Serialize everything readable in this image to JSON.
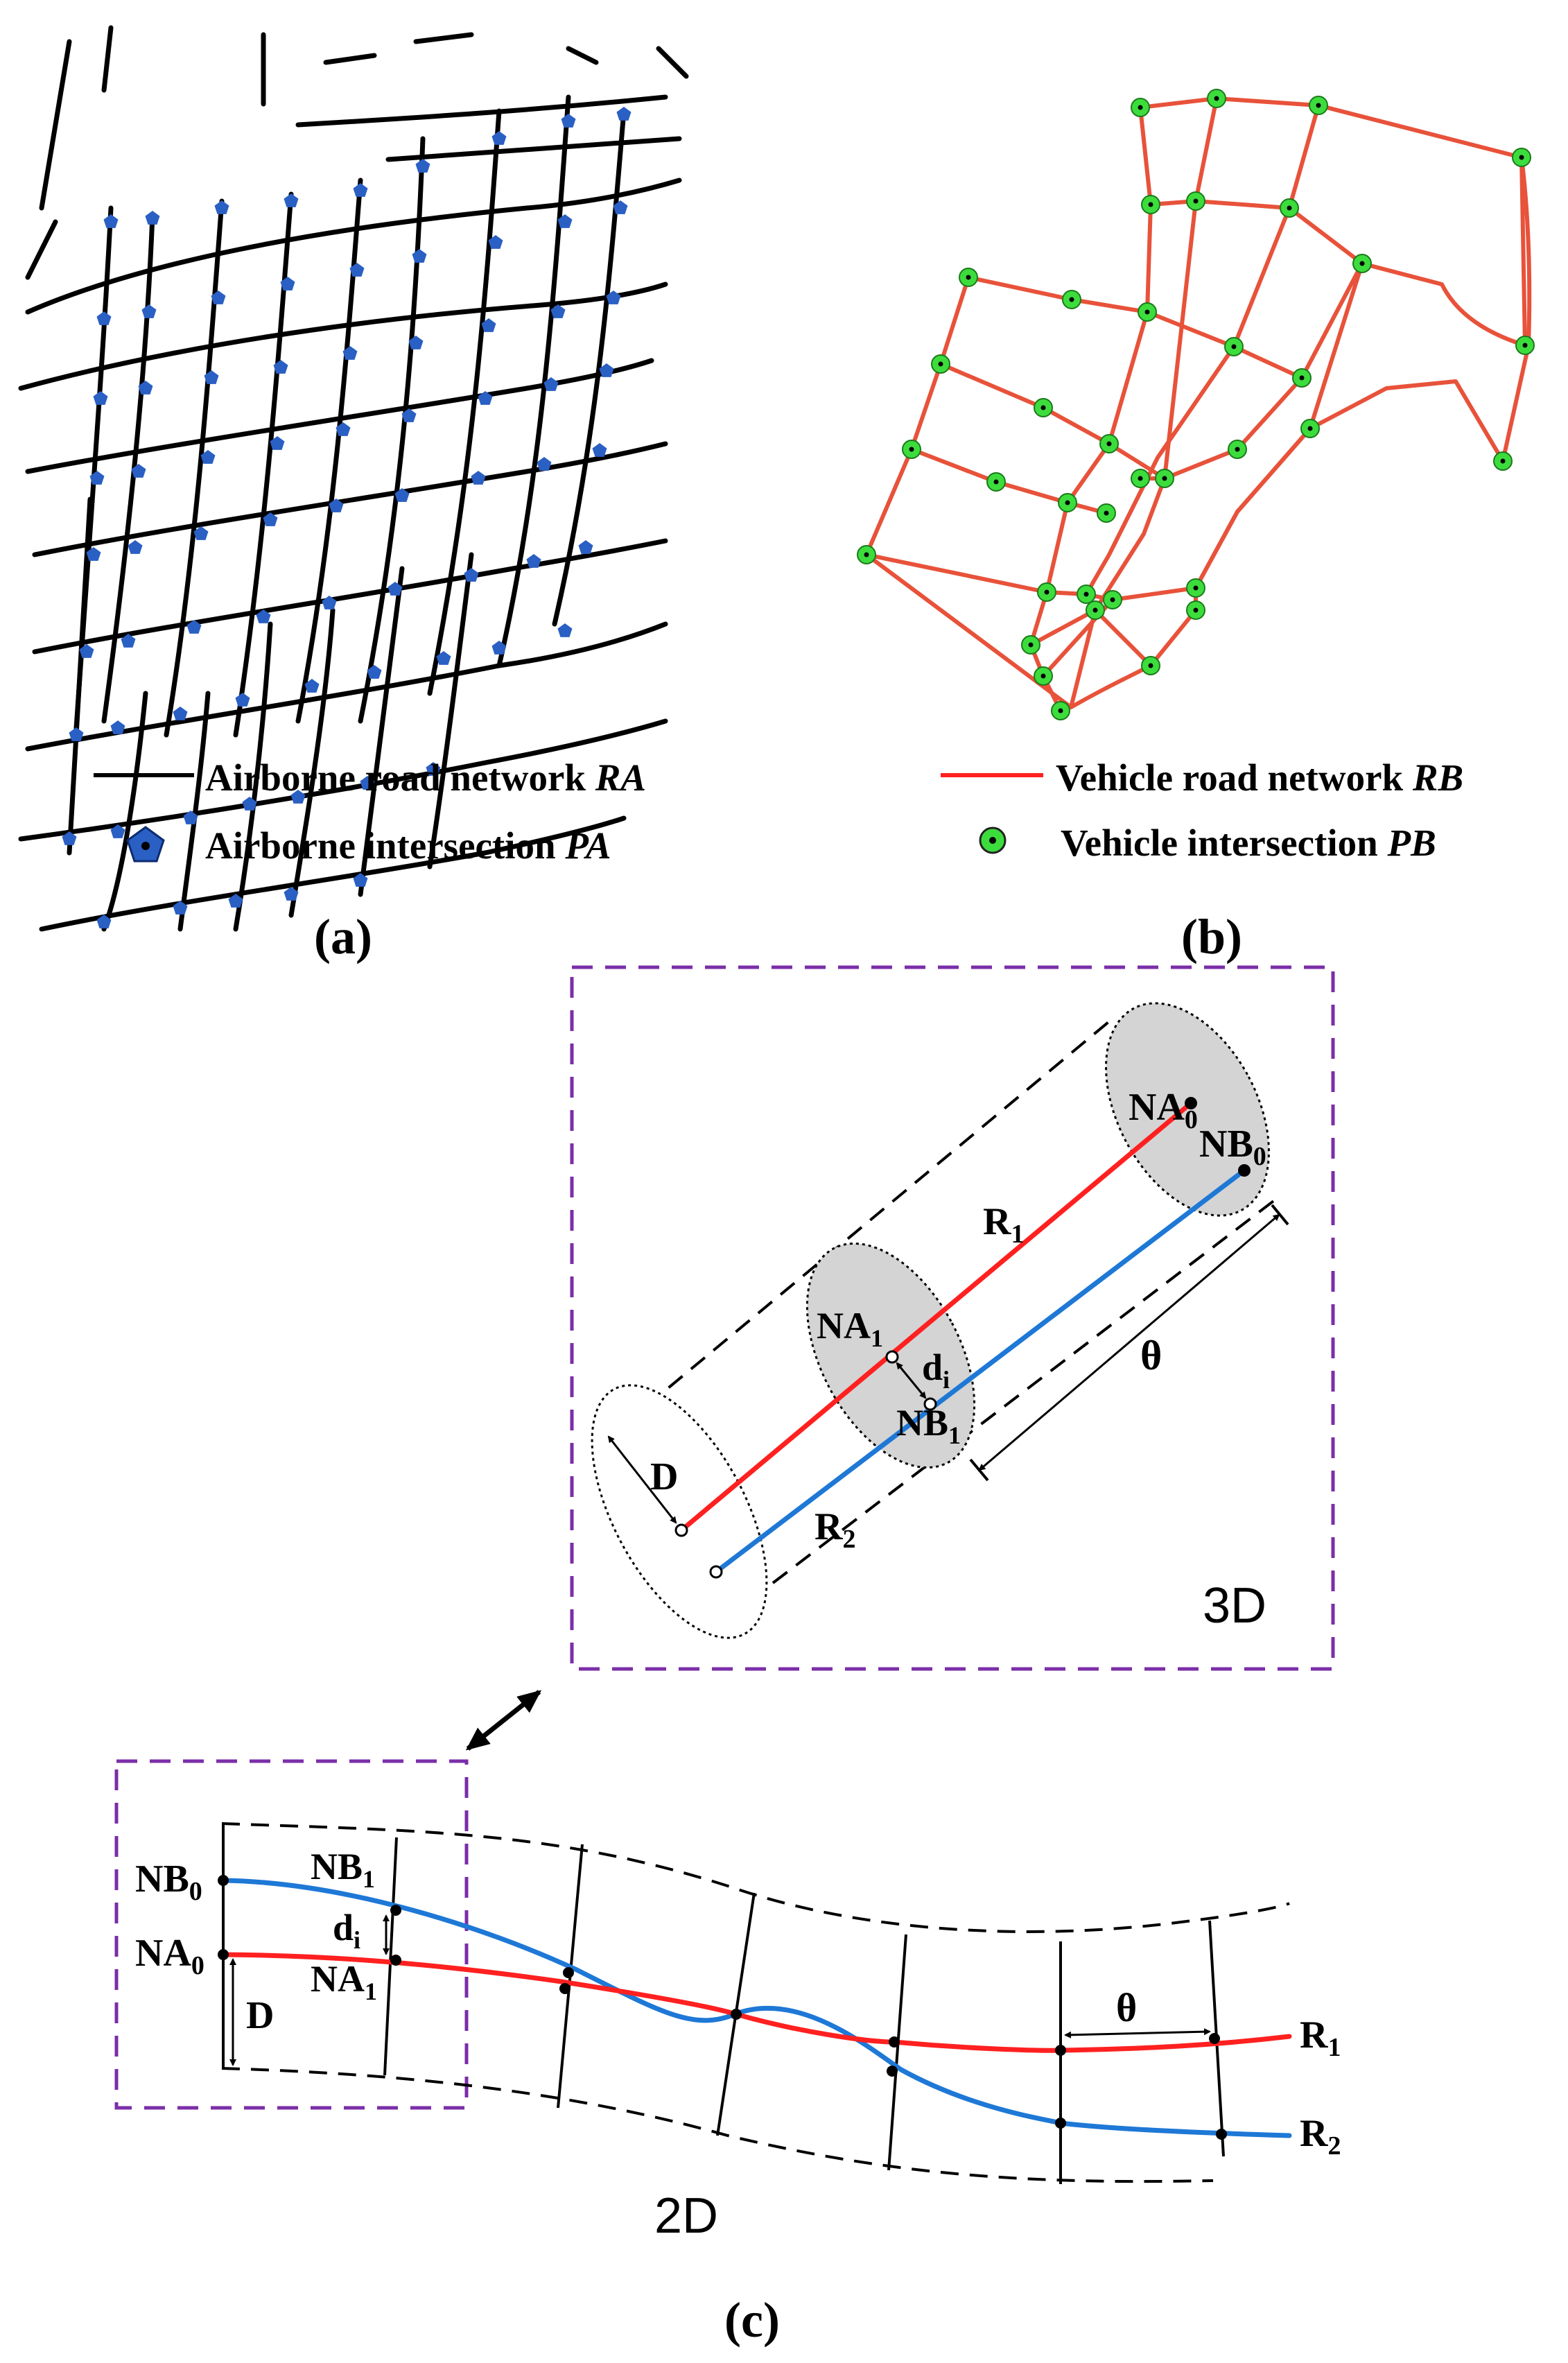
{
  "panel_a": {
    "caption": "a",
    "legend": {
      "road_label": "Airborne road network ",
      "road_symbol": "RA",
      "intersection_label": "Airborne intersection ",
      "intersection_symbol": "PA"
    }
  },
  "panel_b": {
    "caption": "b",
    "legend": {
      "road_label": "Vehicle road network ",
      "road_symbol": "RB",
      "intersection_label": "Vehicle intersection ",
      "intersection_symbol": "PB"
    }
  },
  "panel_c": {
    "caption": "c",
    "view_3d": {
      "tag": "3D",
      "labels": {
        "na": "NA",
        "nb": "NB",
        "r": "R",
        "d_small": "d",
        "sub0": "0",
        "sub1": "1",
        "sub2": "2",
        "subi": "i",
        "D": "D",
        "theta": "θ"
      }
    },
    "view_2d": {
      "tag": "2D"
    }
  },
  "colors": {
    "airborne_road": "#000000",
    "airborne_node": "#2a5fc4",
    "vehicle_road": "#e8523a",
    "vehicle_node": "#3ddc3d",
    "route_r1": "#ff2020",
    "route_r2": "#1e78d6",
    "frame": "#7a2ea8",
    "ellipse_fill": "#d4d4d4"
  }
}
